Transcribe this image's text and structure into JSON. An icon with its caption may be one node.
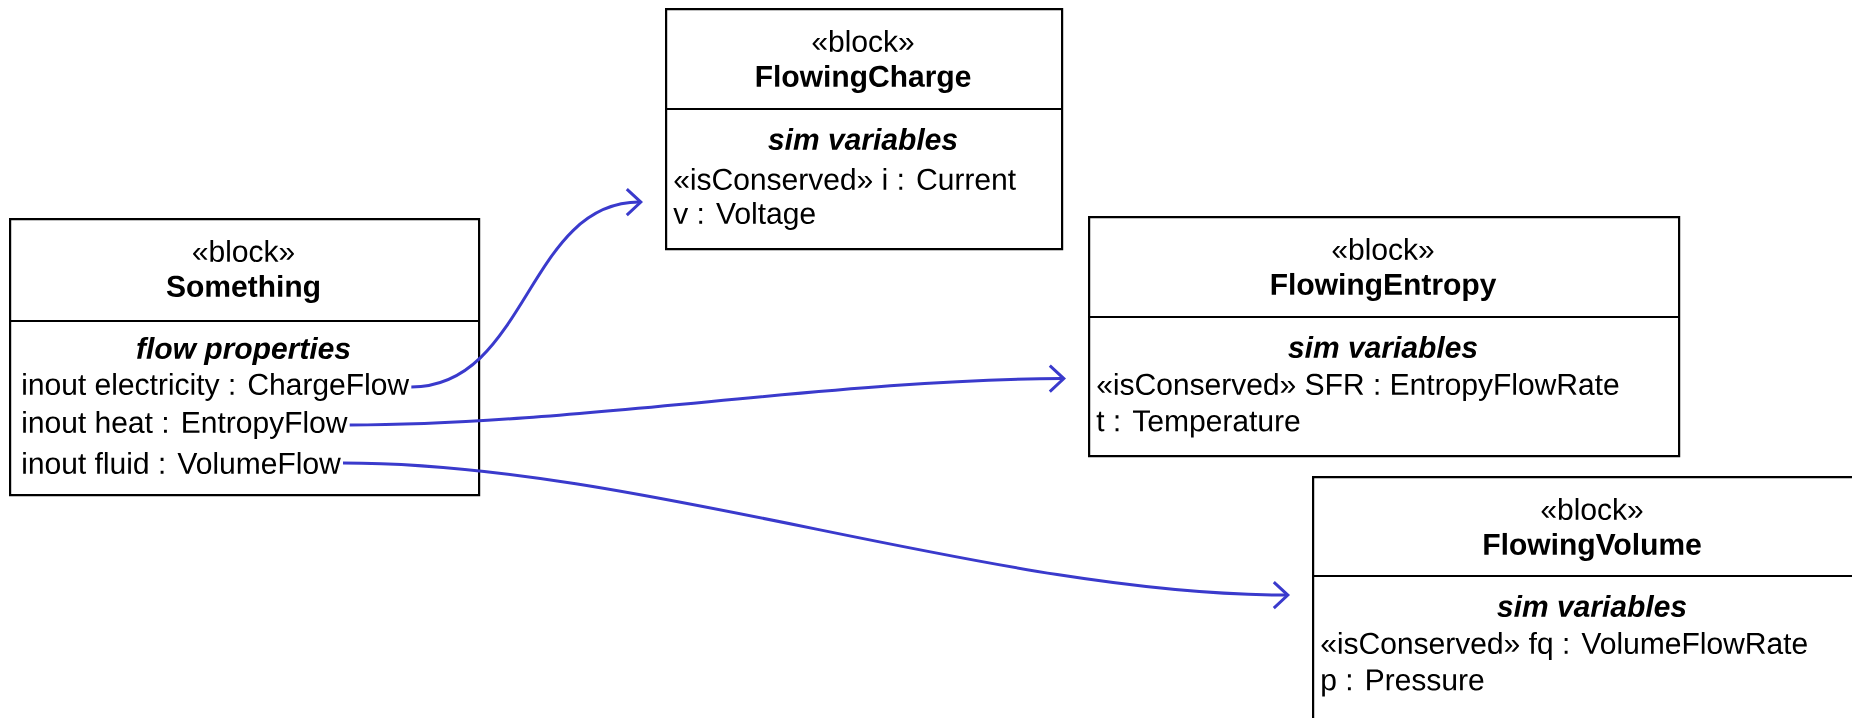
{
  "diagram": {
    "nodes": [
      {
        "text": [
          "«block»",
          "Something",
          "flow properties"
        ]
      },
      {
        "text": [
          "inout electricity : ChargeFlow"
        ],
        "in": 0
      },
      {
        "text": [
          "inout heat : EntropyFlow"
        ],
        "in": 0
      },
      {
        "text": [
          "inout fluid : VolumeFlow"
        ],
        "in": 0
      },
      {
        "text": [
          "«block»",
          "FlowingCharge",
          "sim variables",
          "«isConserved» i : Current",
          "v : Voltage"
        ]
      },
      {
        "text": [
          "«block»",
          "FlowingEntropy",
          "sim variables",
          "«isConserved» SFR : EntropyFlowRate",
          "t : Temperature"
        ]
      },
      {
        "text": [
          "«block»",
          "FlowingVolume",
          "sim variables",
          "«isConserved» fq : VolumeFlowRate",
          "p : Pressure"
        ]
      }
    ],
    "edges": [
      {
        "from": 1,
        "to": 4,
        "arrow": "to",
        "color": "#3a3acc"
      },
      {
        "from": 2,
        "to": 5,
        "arrow": "to",
        "color": "#3a3acc"
      },
      {
        "from": 3,
        "to": 6,
        "arrow": "to",
        "color": "#3a3acc"
      }
    ]
  }
}
